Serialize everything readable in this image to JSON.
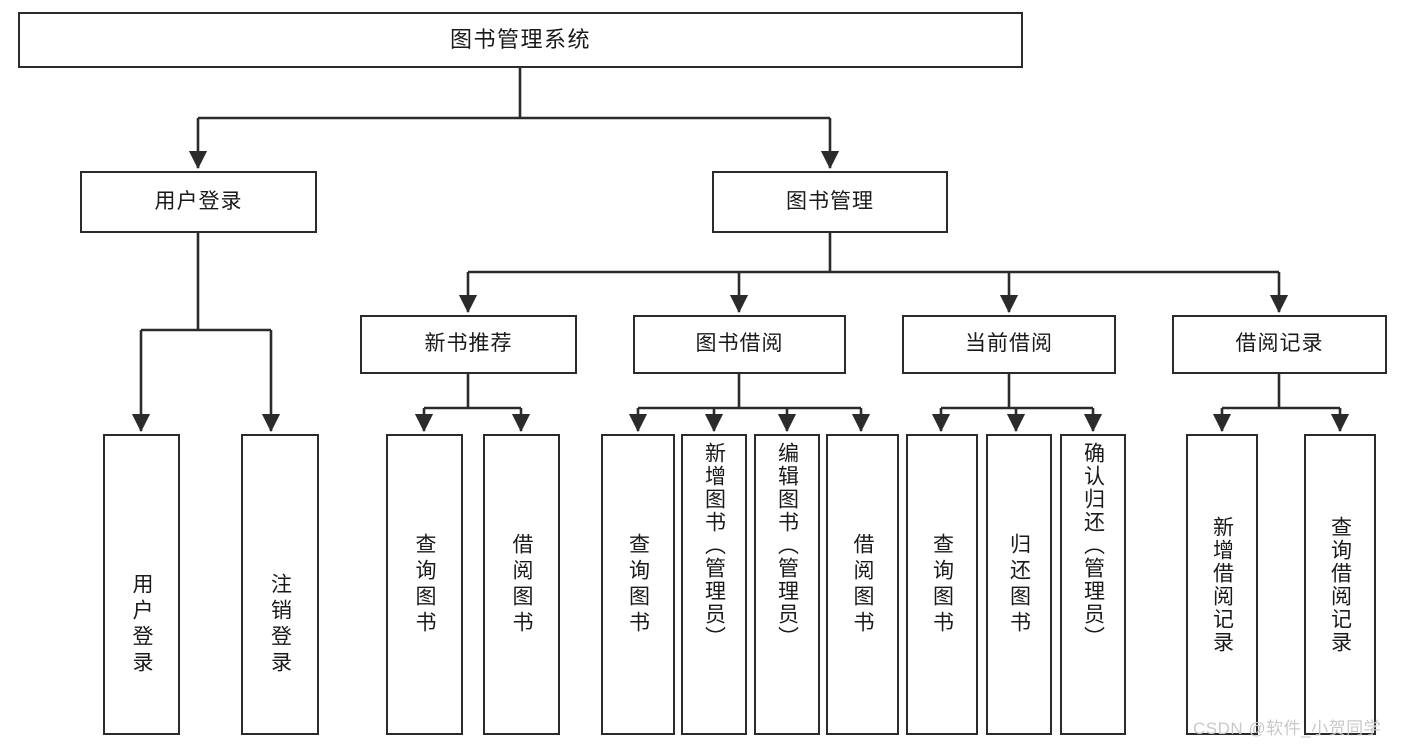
{
  "diagram": {
    "title": "图书管理系统",
    "type": "tree-structure-chart",
    "line_color": "#2b2b2b",
    "background": "#ffffff",
    "text_color": "#1a1a1a"
  },
  "nodes": {
    "root": {
      "label": "图书管理系统"
    },
    "level1": [
      {
        "id": "user-login",
        "label": "用户登录"
      },
      {
        "id": "book-manage",
        "label": "图书管理"
      }
    ],
    "level2": [
      {
        "id": "new-book-recommend",
        "label": "新书推荐"
      },
      {
        "id": "book-borrow",
        "label": "图书借阅"
      },
      {
        "id": "current-borrow",
        "label": "当前借阅"
      },
      {
        "id": "borrow-record",
        "label": "借阅记录"
      }
    ],
    "leaves": [
      {
        "id": "leaf-user-login",
        "label": "用户登录",
        "parent": "user-login"
      },
      {
        "id": "leaf-logout-login",
        "label": "注销登录",
        "parent": "user-login"
      },
      {
        "id": "leaf-query-book-1",
        "label": "查询图书",
        "parent": "new-book-recommend"
      },
      {
        "id": "leaf-borrow-book-1",
        "label": "借阅图书",
        "parent": "new-book-recommend"
      },
      {
        "id": "leaf-query-book-2",
        "label": "查询图书",
        "parent": "book-borrow"
      },
      {
        "id": "leaf-add-book",
        "label": "新增图书（管理员）",
        "parent": "book-borrow"
      },
      {
        "id": "leaf-edit-book",
        "label": "编辑图书（管理员）",
        "parent": "book-borrow"
      },
      {
        "id": "leaf-borrow-book-2",
        "label": "借阅图书",
        "parent": "book-borrow"
      },
      {
        "id": "leaf-query-book-3",
        "label": "查询图书",
        "parent": "current-borrow"
      },
      {
        "id": "leaf-return-book",
        "label": "归还图书",
        "parent": "current-borrow"
      },
      {
        "id": "leaf-confirm-return",
        "label": "确认归还（管理员）",
        "parent": "current-borrow"
      },
      {
        "id": "leaf-add-record",
        "label": "新增借阅记录",
        "parent": "borrow-record"
      },
      {
        "id": "leaf-query-record",
        "label": "查询借阅记录",
        "parent": "borrow-record"
      }
    ]
  },
  "watermark": {
    "text": "CSDN @软件_小贺同学"
  }
}
